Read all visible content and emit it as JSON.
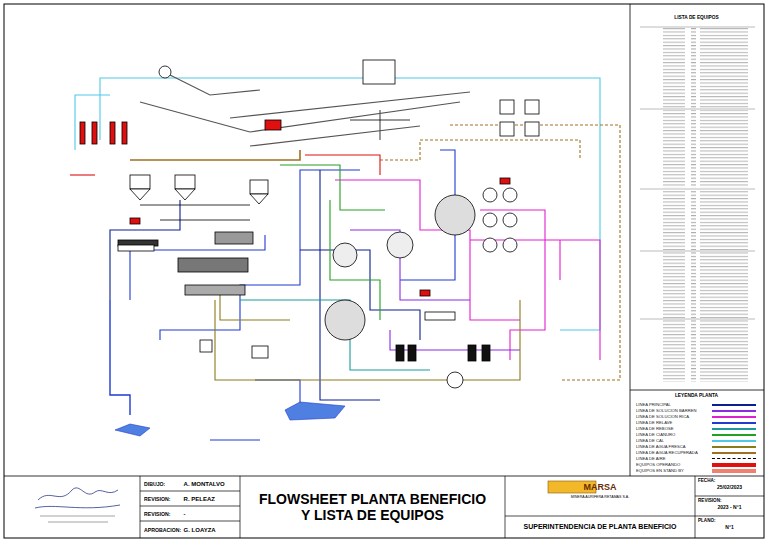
{
  "diagram": {
    "title": "FLOWSHEET PLANTA BENEFICIO Y LISTA DE EQUIPOS",
    "nodes": [
      {
        "text": [
          "LISTA DE EQUIPOS"
        ]
      },
      {
        "text": [
          "LEYENDA PLANTA"
        ]
      },
      {
        "text": [
          "DIBUJO:",
          "A. MONTALVO"
        ]
      },
      {
        "text": [
          "REVISION:",
          "R. PELEAZ"
        ]
      },
      {
        "text": [
          "REVISION:",
          "-"
        ]
      },
      {
        "text": [
          "APROBACION:",
          "G. LOAYZA"
        ]
      },
      {
        "text": [
          "MARSA",
          "MINERA AURÍFERA RETAMAS S.A."
        ]
      },
      {
        "text": [
          "SUPERINTENDENCIA DE PLANTA BENEFICIO"
        ]
      },
      {
        "text": [
          "FECHA:",
          "25/02/2023"
        ]
      },
      {
        "text": [
          "REVISION:",
          "2023 - N°1"
        ]
      },
      {
        "text": [
          "PLANO:",
          "N°1"
        ]
      }
    ],
    "legend": [
      {
        "text": "LINEA PRINCIPAL",
        "color": "#0b1f8f"
      },
      {
        "text": "LINEA DE SOLUCION BARREN",
        "color": "#8b2be2"
      },
      {
        "text": "LINEA DE SOLUCION RICA",
        "color": "#e020d0"
      },
      {
        "text": "LINEA DE RELAVE",
        "color": "#1f3bd0"
      },
      {
        "text": "LINEA DE REBOSE",
        "color": "#1a9a9a"
      },
      {
        "text": "LINEA DE CIANURO",
        "color": "#22a022"
      },
      {
        "text": "LINEA DE CAL",
        "color": "#4fc8e8"
      },
      {
        "text": "LINEA DE AGUA FRESCA",
        "color": "#8a7a1a"
      },
      {
        "text": "LINEA DE AGUA RECUPERADA",
        "color": "#a07020"
      },
      {
        "text": "LINEA DE AIRE"
      },
      {
        "text": "EQUIPOS OPERANDO",
        "color": "#e01010"
      },
      {
        "text": "EQUIPOS EN STAND BY",
        "color": "#f08070"
      }
    ]
  }
}
